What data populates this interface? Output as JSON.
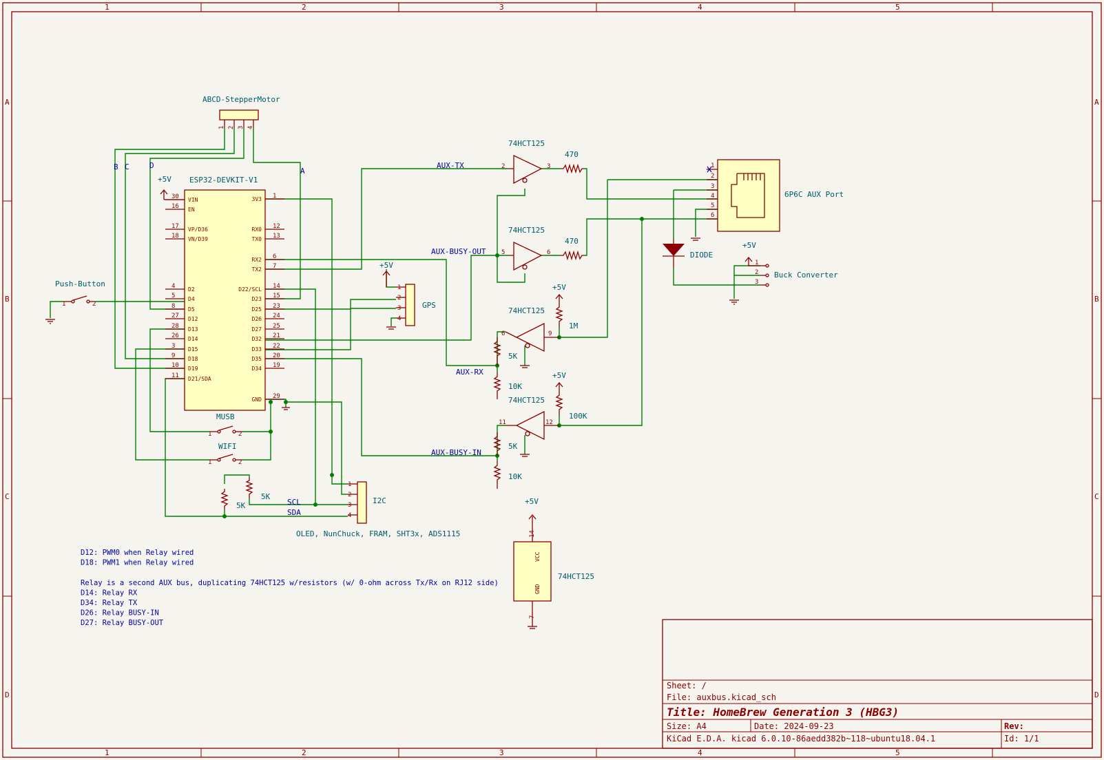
{
  "frame": {
    "cols": [
      "1",
      "2",
      "3",
      "4",
      "5"
    ],
    "rows": [
      "A",
      "B",
      "C",
      "D"
    ]
  },
  "title_block": {
    "sheet": "Sheet: /",
    "file": "File: auxbus.kicad_sch",
    "title": "Title: HomeBrew Generation 3 (HBG3)",
    "size": "Size: A4",
    "date": "Date: 2024-09-23",
    "rev": "Rev:",
    "tool": "KiCad E.D.A.  kicad 6.0.10-86aedd382b~118~ubuntu18.04.1",
    "id": "Id: 1/1"
  },
  "components": {
    "stepper": "ABCD-StepperMotor",
    "esp32": "ESP32-DEVKIT-V1",
    "push_button": "Push-Button",
    "musb": "MUSB",
    "wifi": "WIFI",
    "gps": "GPS",
    "i2c": "I2C",
    "i2c_note": "OLED, NunChuck, FRAM, SHT3x, ADS1115",
    "buffer": "74HCT125",
    "aux_port": "6P6C AUX Port",
    "diode": "DIODE",
    "buck": "Buck Converter",
    "power_5v": "+5V",
    "r470": "470",
    "r1m": "1M",
    "r100k": "100K",
    "r5k": "5K",
    "r10k": "10K"
  },
  "nets": {
    "aux_tx": "AUX-TX",
    "aux_busy_out": "AUX-BUSY-OUT",
    "aux_rx": "AUX-RX",
    "aux_busy_in": "AUX-BUSY-IN",
    "scl": "SCL",
    "sda": "SDA",
    "a": "A",
    "b": "B",
    "c": "C",
    "d": "D"
  },
  "esp32_left_pins": [
    {
      "num": "30",
      "name": "VIN"
    },
    {
      "num": "16",
      "name": "EN"
    },
    {
      "num": "17",
      "name": "VP/D36"
    },
    {
      "num": "18",
      "name": "VN/D39"
    },
    {
      "num": "4",
      "name": "D2"
    },
    {
      "num": "5",
      "name": "D4"
    },
    {
      "num": "8",
      "name": "D5"
    },
    {
      "num": "27",
      "name": "D12"
    },
    {
      "num": "28",
      "name": "D13"
    },
    {
      "num": "26",
      "name": "D14"
    },
    {
      "num": "3",
      "name": "D15"
    },
    {
      "num": "9",
      "name": "D18"
    },
    {
      "num": "10",
      "name": "D19"
    },
    {
      "num": "11",
      "name": "D21/SDA"
    }
  ],
  "esp32_right_pins": [
    {
      "num": "1",
      "name": "3V3"
    },
    {
      "num": "12",
      "name": "RX0"
    },
    {
      "num": "13",
      "name": "TX0"
    },
    {
      "num": "6",
      "name": "RX2"
    },
    {
      "num": "7",
      "name": "TX2"
    },
    {
      "num": "14",
      "name": "D22/SCL"
    },
    {
      "num": "15",
      "name": "D23"
    },
    {
      "num": "23",
      "name": "D25"
    },
    {
      "num": "24",
      "name": "D26"
    },
    {
      "num": "25",
      "name": "D27"
    },
    {
      "num": "21",
      "name": "D32"
    },
    {
      "num": "22",
      "name": "D33"
    },
    {
      "num": "20",
      "name": "D35"
    },
    {
      "num": "19",
      "name": "D34"
    },
    {
      "num": "29",
      "name": "GND"
    }
  ],
  "notes": [
    "D12: PWM0 when Relay wired",
    "D18: PWM1 when Relay wired",
    "",
    "Relay is a second AUX bus, duplicating 74HCT125 w/resistors (w/ 0-ohm across Tx/Rx on RJ12 side)",
    "D14: Relay RX",
    "D34: Relay TX",
    "D26: Relay BUSY-IN",
    "D27: Relay BUSY-OUT"
  ],
  "pin_labels": {
    "p1": "1",
    "p2": "2",
    "p3": "3",
    "p4": "4",
    "p5": "5",
    "p6": "6",
    "p7": "7",
    "p9": "9",
    "p11": "11",
    "p12": "12",
    "p13": "13",
    "p14": "14",
    "p28": "28",
    "p29": "29"
  },
  "chip_pins": {
    "vcc": "VCC",
    "gnd": "GND"
  }
}
